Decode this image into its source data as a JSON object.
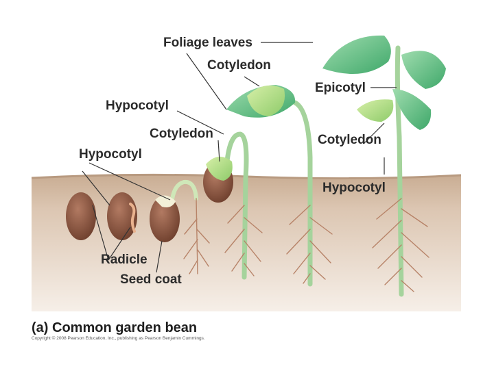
{
  "labels": {
    "foliage_leaves": "Foliage leaves",
    "cotyledon_top": "Cotyledon",
    "epicotyl": "Epicotyl",
    "hypocotyl_upper": "Hypocotyl",
    "cotyledon_mid": "Cotyledon",
    "cotyledon_right": "Cotyledon",
    "hypocotyl_left": "Hypocotyl",
    "hypocotyl_right": "Hypocotyl",
    "radicle": "Radicle",
    "seed_coat": "Seed coat"
  },
  "caption": "(a) Common garden bean",
  "copyright": "Copyright © 2008 Pearson Education, Inc., publishing as Pearson Benjamin Cummings.",
  "colors": {
    "soil_top": "#c9ad93",
    "soil_bottom": "#f6efe8",
    "seed": "#8a5440",
    "stem": "#a5d39c",
    "leaf": "#5fbf84",
    "root": "#b78368",
    "leader": "#333333"
  }
}
